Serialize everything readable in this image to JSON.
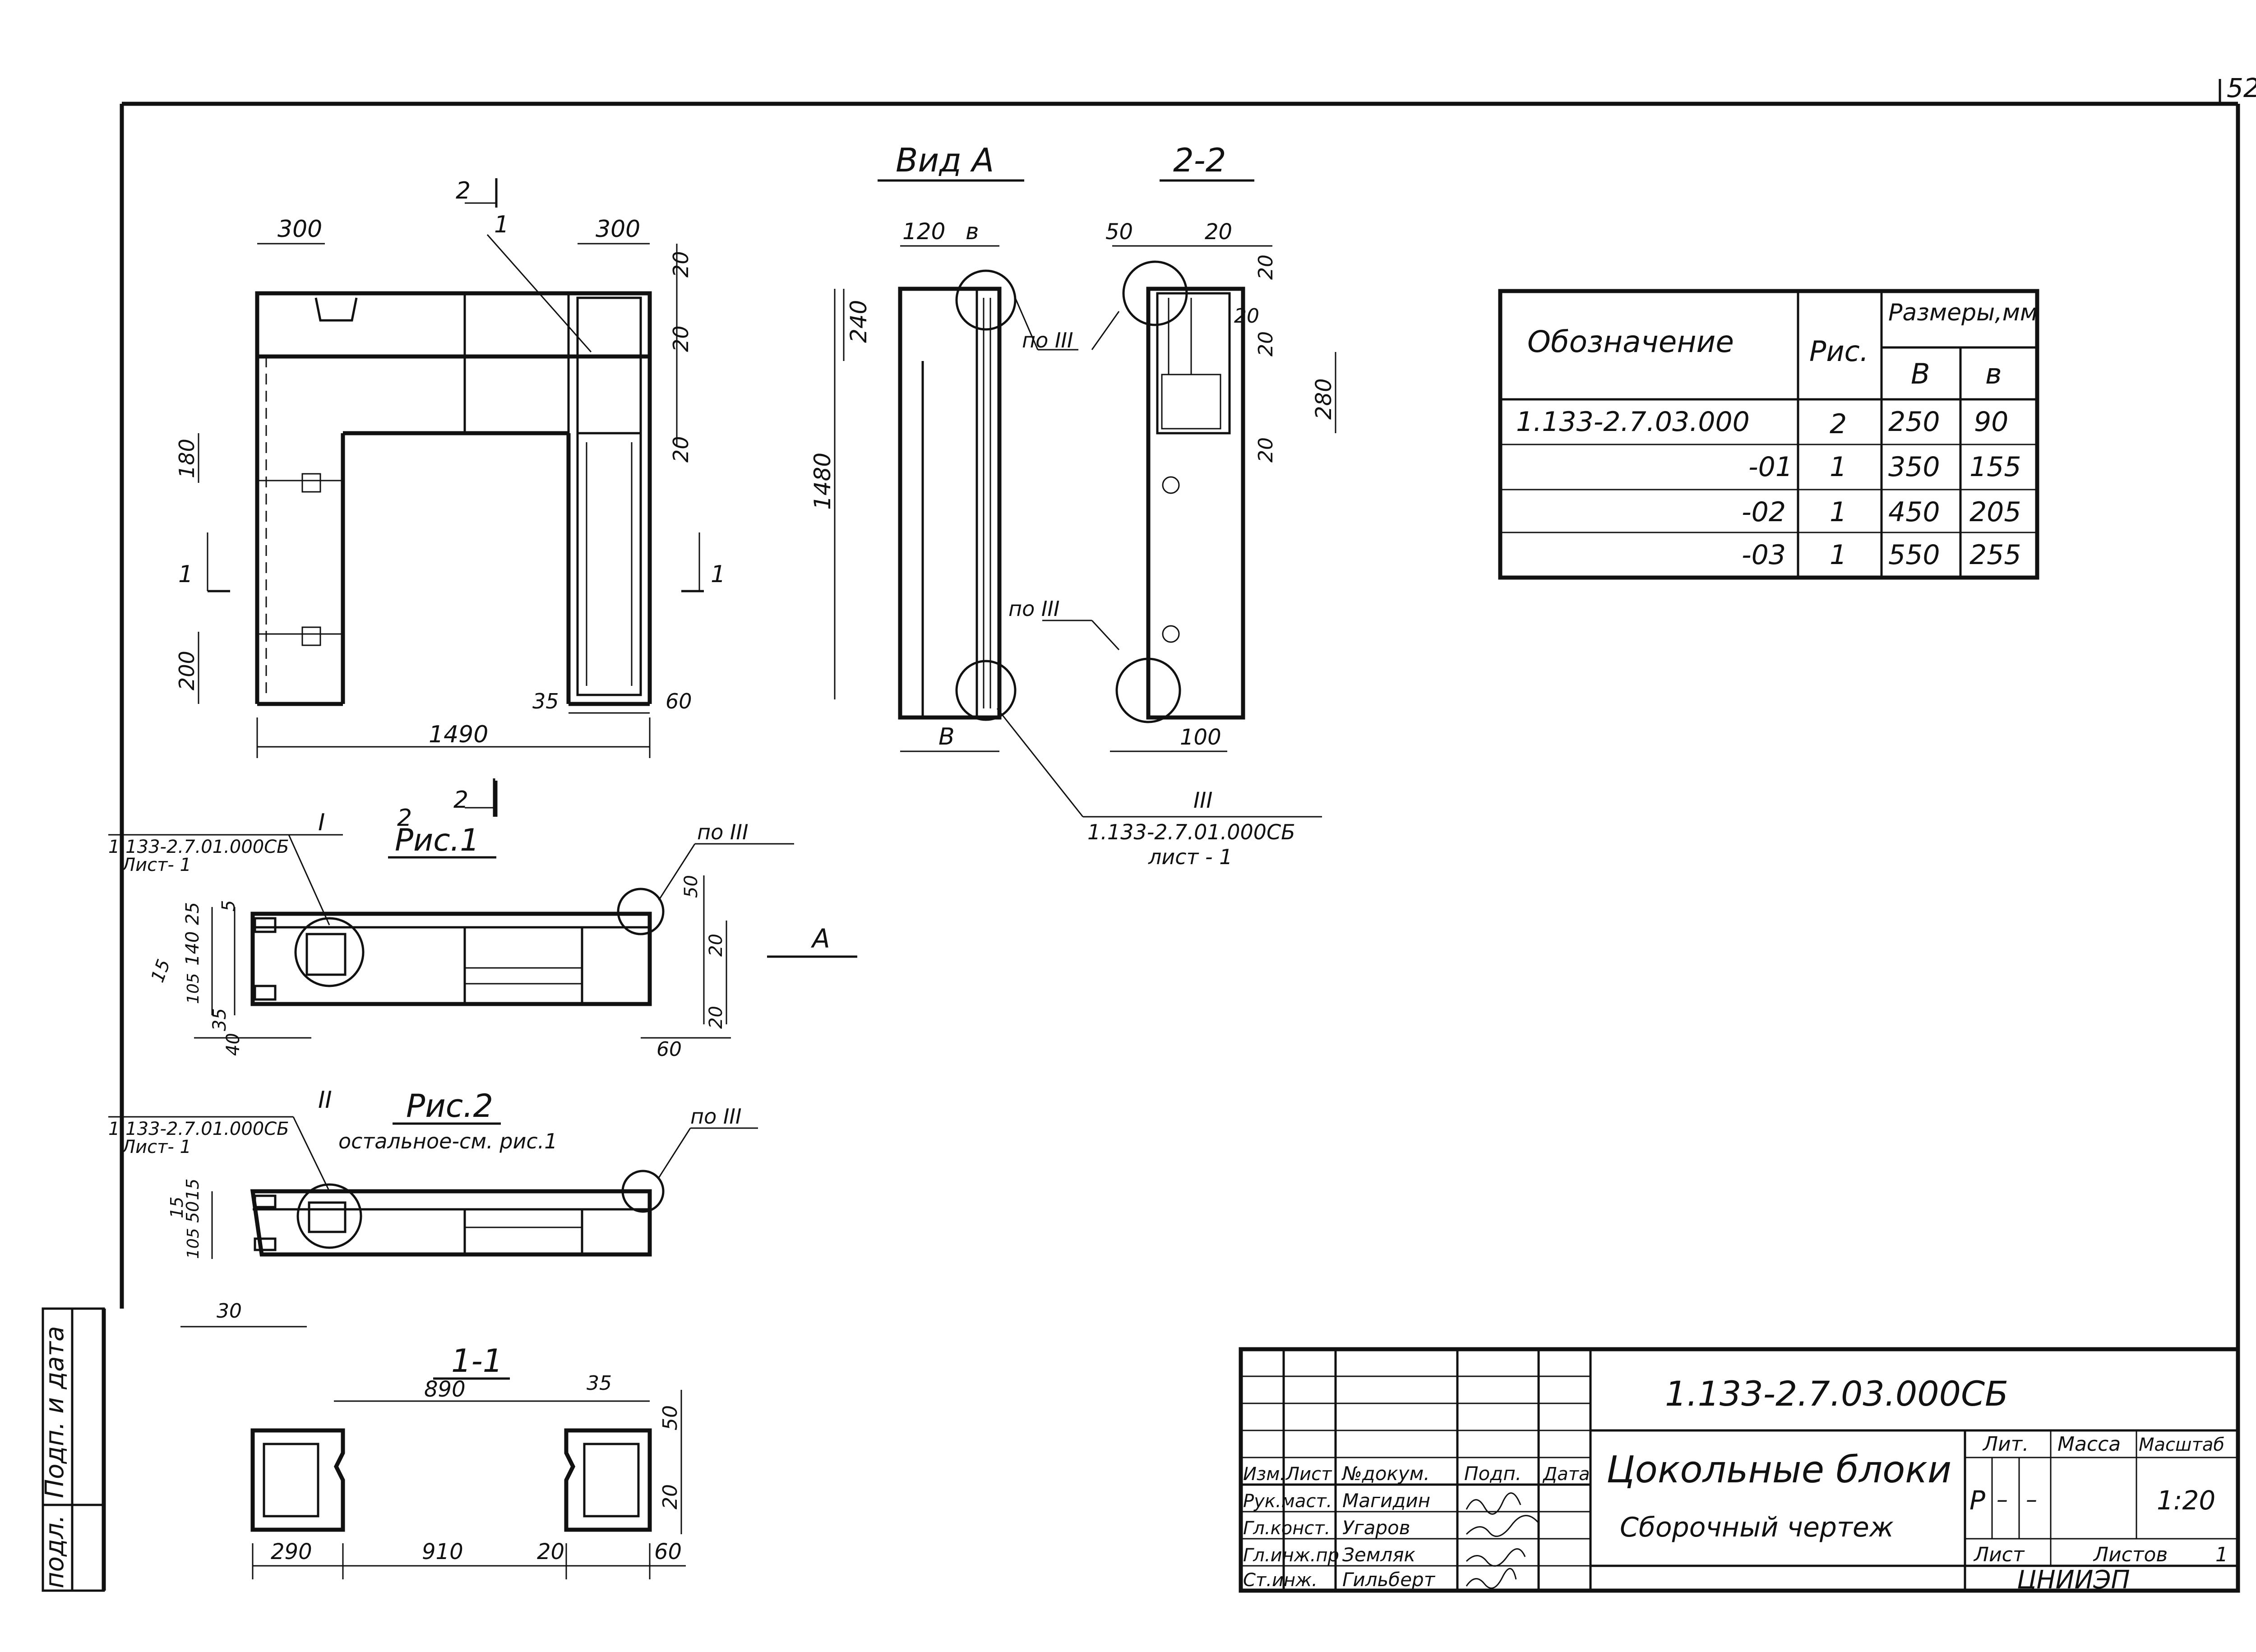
{
  "sheet": {
    "page_number": "52",
    "document_code": "1.133-2.7.03.000СБ",
    "title": "Цокольные блоки",
    "subtitle": "Сборочный чертеж",
    "organization": "ЦНИИЭП",
    "scale_label": "Масштаб",
    "scale": "1:20",
    "lit_label": "Лит.",
    "mass_label": "Масса",
    "lit_value": "Р",
    "sheet_label": "Лист",
    "sheets_label": "Листов",
    "sheets_count": "1",
    "stamp_headers": [
      "Изм.",
      "Лист",
      "№докум.",
      "Подп.",
      "Дата"
    ],
    "signatures": [
      {
        "role": "Рук.маст.",
        "name": "Магидин"
      },
      {
        "role": "Гл.конст.",
        "name": "Угаров"
      },
      {
        "role": "Гл.инж.пр",
        "name": "Земляк"
      },
      {
        "role": "Ст.инж.",
        "name": "Гильберт"
      }
    ],
    "side_labels": [
      "Подп. и дата",
      "подл."
    ]
  },
  "views": {
    "view_a": "Вид А",
    "section_22": "2-2",
    "section_11": "1-1",
    "fig1": "Рис.1",
    "fig2": "Рис.2",
    "fig2_note": "остальное-см. рис.1",
    "callout_ref_1": "1.133-2.7.01.000СБ",
    "callout_sheet_1": "Лист- 1",
    "callout_ref_2": "1.133-2.7.01.000СБ",
    "callout_sheet_2": "Лист- 1",
    "callout_ref_3": "1.133-2.7.01.000СБ",
    "callout_sheet_3": "лист - 1",
    "roman_1": "I",
    "roman_2": "II",
    "roman_3": "III",
    "po_iii": "по III",
    "marker_a": "А",
    "marker_1": "1",
    "marker_2": "2",
    "pos_1": "1"
  },
  "dimensions": {
    "plan": [
      "300",
      "300",
      "20",
      "20",
      "20",
      "180",
      "200",
      "35",
      "60",
      "1490"
    ],
    "view_a": [
      "120",
      "в",
      "240",
      "1480",
      "В"
    ],
    "section22": [
      "50",
      "20",
      "20",
      "20",
      "20",
      "280",
      "20",
      "100"
    ],
    "fig1": [
      "5",
      "25",
      "140",
      "15",
      "105",
      "35",
      "40",
      "50",
      "20",
      "20",
      "60"
    ],
    "fig2": [
      "15",
      "50",
      "15",
      "105",
      "30"
    ],
    "section11": [
      "890",
      "35",
      "50",
      "20",
      "290",
      "910",
      "20",
      "60"
    ]
  },
  "table": {
    "header_designation": "Обозначение",
    "header_fig": "Рис.",
    "header_sizes": "Размеры,мм",
    "header_B": "В",
    "header_b": "в",
    "rows": [
      {
        "designation": "1.133-2.7.03.000",
        "fig": "2",
        "B": "250",
        "b": "90"
      },
      {
        "designation": "-01",
        "fig": "1",
        "B": "350",
        "b": "155"
      },
      {
        "designation": "-02",
        "fig": "1",
        "B": "450",
        "b": "205"
      },
      {
        "designation": "-03",
        "fig": "1",
        "B": "550",
        "b": "255"
      }
    ]
  }
}
